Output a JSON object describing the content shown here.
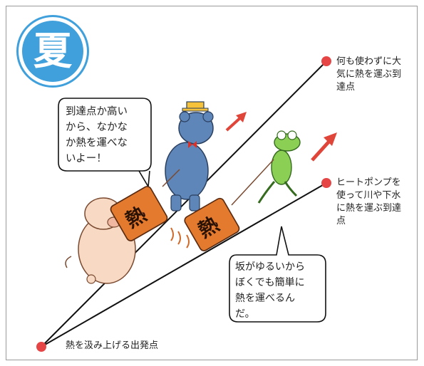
{
  "season_badge": "夏",
  "bubbles": {
    "pig_bear": "到達点か高い\nから、なかな\nか熱を運べな\nいよー！",
    "frog": "坂がゆるいから\nぼくでも簡単に\n熱を運べるん\nだ。"
  },
  "points": {
    "top": "何も使わずに大\n気に熱を運ぶ到\n達点",
    "middle": "ヒートポンプを\n使って川や下水\nに熱を運ぶ到達\n点",
    "start": "熱を汲み上げる出発点"
  },
  "bucket_label": "熱",
  "colors": {
    "accent_blue": "#3fa0dc",
    "point_red": "#e64545",
    "arrow_red": "#e0453a",
    "bucket_orange": "#e37a2e"
  }
}
